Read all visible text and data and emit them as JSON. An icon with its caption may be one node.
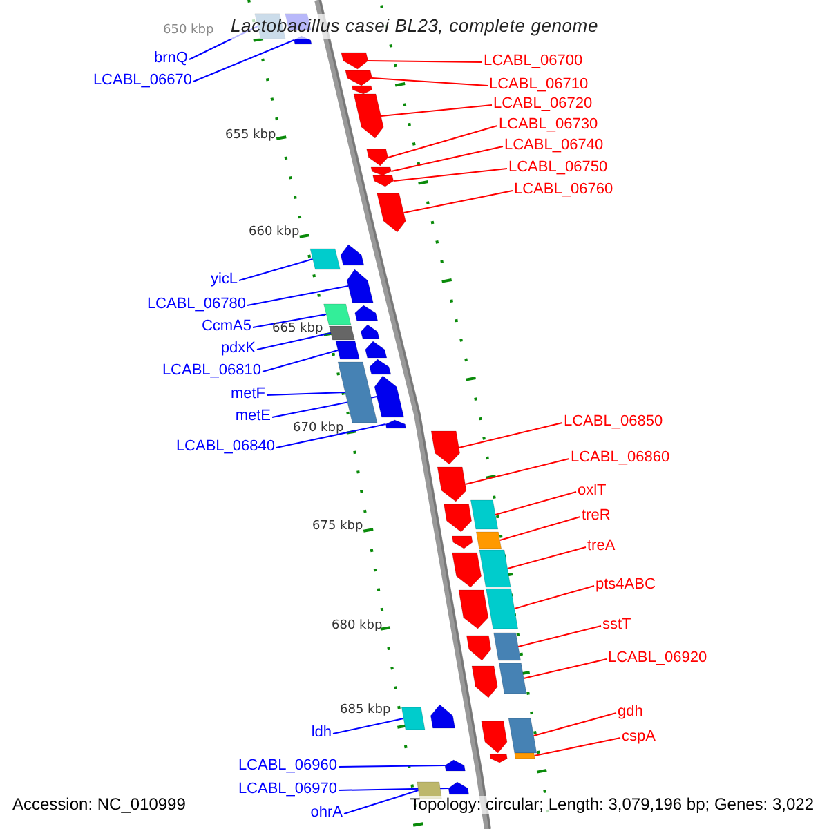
{
  "diagram": {
    "title": "Lactobacillus casei BL23, complete genome",
    "nodes": [
      {
        "text": [
          "brnQ"
        ]
      },
      {
        "text": [
          "LCABL_06670"
        ]
      },
      {
        "text": [
          "yicL"
        ]
      },
      {
        "text": [
          "LCABL_06780"
        ]
      },
      {
        "text": [
          "CcmA5"
        ]
      },
      {
        "text": [
          "pdxK"
        ]
      },
      {
        "text": [
          "LCABL_06810"
        ]
      },
      {
        "text": [
          "metF"
        ]
      },
      {
        "text": [
          "metE"
        ]
      },
      {
        "text": [
          "LCABL_06840"
        ]
      },
      {
        "text": [
          "ldh"
        ]
      },
      {
        "text": [
          "LCABL_06960"
        ]
      },
      {
        "text": [
          "LCABL_06970"
        ]
      },
      {
        "text": [
          "ohrA"
        ]
      },
      {
        "text": [
          "LCABL_06700"
        ]
      },
      {
        "text": [
          "LCABL_06710"
        ]
      },
      {
        "text": [
          "LCABL_06720"
        ]
      },
      {
        "text": [
          "LCABL_06730"
        ]
      },
      {
        "text": [
          "LCABL_06740"
        ]
      },
      {
        "text": [
          "LCABL_06750"
        ]
      },
      {
        "text": [
          "LCABL_06760"
        ]
      },
      {
        "text": [
          "LCABL_06850"
        ]
      },
      {
        "text": [
          "LCABL_06860"
        ]
      },
      {
        "text": [
          "oxlT"
        ]
      },
      {
        "text": [
          "treR"
        ]
      },
      {
        "text": [
          "treA"
        ]
      },
      {
        "text": [
          "pts4ABC"
        ]
      },
      {
        "text": [
          "sstT"
        ]
      },
      {
        "text": [
          "LCABL_06920"
        ]
      },
      {
        "text": [
          "gdh"
        ]
      },
      {
        "text": [
          "cspA"
        ]
      },
      {
        "text": [],
        "shape": "box"
      },
      {
        "text": [],
        "shape": "box"
      },
      {
        "text": [],
        "shape": "pentagon"
      },
      {
        "text": [],
        "shape": "pentagon"
      },
      {
        "text": [],
        "shape": "pentagon"
      },
      {
        "text": [],
        "shape": "pentagon"
      },
      {
        "text": [],
        "shape": "pentagon"
      },
      {
        "text": [],
        "shape": "pentagon"
      },
      {
        "text": [],
        "shape": "pentagon"
      },
      {
        "text": [],
        "shape": "pentagon"
      },
      {
        "text": [],
        "shape": "pentagon"
      },
      {
        "text": [],
        "shape": "box"
      },
      {
        "text": [],
        "shape": "pentagon"
      },
      {
        "text": [],
        "shape": "pentagon"
      },
      {
        "text": [],
        "shape": "pentagon"
      },
      {
        "text": [],
        "shape": "box"
      },
      {
        "text": [],
        "shape": "pentagon"
      },
      {
        "text": [],
        "shape": "box"
      },
      {
        "text": [],
        "shape": "pentagon"
      },
      {
        "text": [],
        "shape": "box"
      },
      {
        "text": [],
        "shape": "pentagon"
      },
      {
        "text": [],
        "shape": "box"
      },
      {
        "text": [],
        "shape": "pentagon"
      },
      {
        "text": [],
        "shape": "pentagon"
      },
      {
        "text": [],
        "shape": "pentagon"
      },
      {
        "text": [],
        "shape": "pentagon"
      },
      {
        "text": [],
        "shape": "pentagon"
      },
      {
        "text": [],
        "shape": "pentagon"
      },
      {
        "text": [],
        "shape": "pentagon"
      },
      {
        "text": [],
        "shape": "pentagon"
      },
      {
        "text": [],
        "shape": "pentagon"
      },
      {
        "text": [],
        "shape": "pentagon"
      },
      {
        "text": [],
        "shape": "pentagon"
      },
      {
        "text": [],
        "shape": "pentagon"
      },
      {
        "text": [],
        "shape": "box"
      },
      {
        "text": [],
        "shape": "box"
      },
      {
        "text": [],
        "shape": "box"
      },
      {
        "text": [],
        "shape": "box"
      },
      {
        "text": [],
        "shape": "box"
      },
      {
        "text": [],
        "shape": "box"
      },
      {
        "text": [],
        "shape": "box"
      },
      {
        "text": [],
        "shape": "box"
      },
      {
        "text": [],
        "shape": "box"
      },
      {
        "text": [],
        "shape": "pentagon"
      },
      {
        "text": [],
        "shape": "pentagon"
      },
      {
        "text": [],
        "shape": "pentagon"
      },
      {
        "text": [],
        "shape": "box"
      }
    ],
    "edges": [
      {
        "from": 0,
        "to": 31,
        "arrow": "none",
        "color": "#0000ff"
      },
      {
        "from": 1,
        "to": 33,
        "arrow": "none",
        "color": "#0000ff"
      },
      {
        "from": 2,
        "to": 42,
        "arrow": "none",
        "color": "#0000ff"
      },
      {
        "from": 3,
        "to": 44,
        "arrow": "none",
        "color": "#0000ff"
      },
      {
        "from": 4,
        "to": 46,
        "arrow": "none",
        "color": "#0000ff"
      },
      {
        "from": 5,
        "to": 48,
        "arrow": "none",
        "color": "#0000ff"
      },
      {
        "from": 6,
        "to": 50,
        "arrow": "none",
        "color": "#0000ff"
      },
      {
        "from": 7,
        "to": 52,
        "arrow": "none",
        "color": "#0000ff"
      },
      {
        "from": 8,
        "to": 53,
        "arrow": "none",
        "color": "#0000ff"
      },
      {
        "from": 9,
        "to": 54,
        "arrow": "none",
        "color": "#0000ff"
      },
      {
        "from": 10,
        "to": 73,
        "arrow": "none",
        "color": "#0000ff"
      },
      {
        "from": 11,
        "to": 75,
        "arrow": "none",
        "color": "#0000ff"
      },
      {
        "from": 12,
        "to": 76,
        "arrow": "none",
        "color": "#0000ff"
      },
      {
        "from": 13,
        "to": 77,
        "arrow": "none",
        "color": "#0000ff"
      },
      {
        "from": 14,
        "to": 34,
        "arrow": "none"
      },
      {
        "from": 15,
        "to": 35,
        "arrow": "none"
      },
      {
        "from": 16,
        "to": 37,
        "arrow": "none"
      },
      {
        "from": 17,
        "to": 38,
        "arrow": "none"
      },
      {
        "from": 18,
        "to": 39,
        "arrow": "none"
      },
      {
        "from": 19,
        "to": 40,
        "arrow": "none"
      },
      {
        "from": 20,
        "to": 41,
        "arrow": "none"
      },
      {
        "from": 21,
        "to": 55,
        "arrow": "none"
      },
      {
        "from": 22,
        "to": 56,
        "arrow": "none"
      },
      {
        "from": 23,
        "to": 65,
        "arrow": "none"
      },
      {
        "from": 24,
        "to": 66,
        "arrow": "none"
      },
      {
        "from": 25,
        "to": 67,
        "arrow": "none"
      },
      {
        "from": 26,
        "to": 68,
        "arrow": "none"
      },
      {
        "from": 27,
        "to": 69,
        "arrow": "none"
      },
      {
        "from": 28,
        "to": 70,
        "arrow": "none"
      },
      {
        "from": 29,
        "to": 71,
        "arrow": "none"
      },
      {
        "from": 30,
        "to": 72,
        "arrow": "none"
      }
    ],
    "labels": [
      "650 kbp",
      "655 kbp",
      "660 kbp",
      "665 kbp",
      "670 kbp",
      "675 kbp",
      "680 kbp",
      "685 kbp",
      "Accession: NC_010999",
      "Topology: circular; Length: 3,079,196 bp; Genes: 3,022"
    ]
  }
}
